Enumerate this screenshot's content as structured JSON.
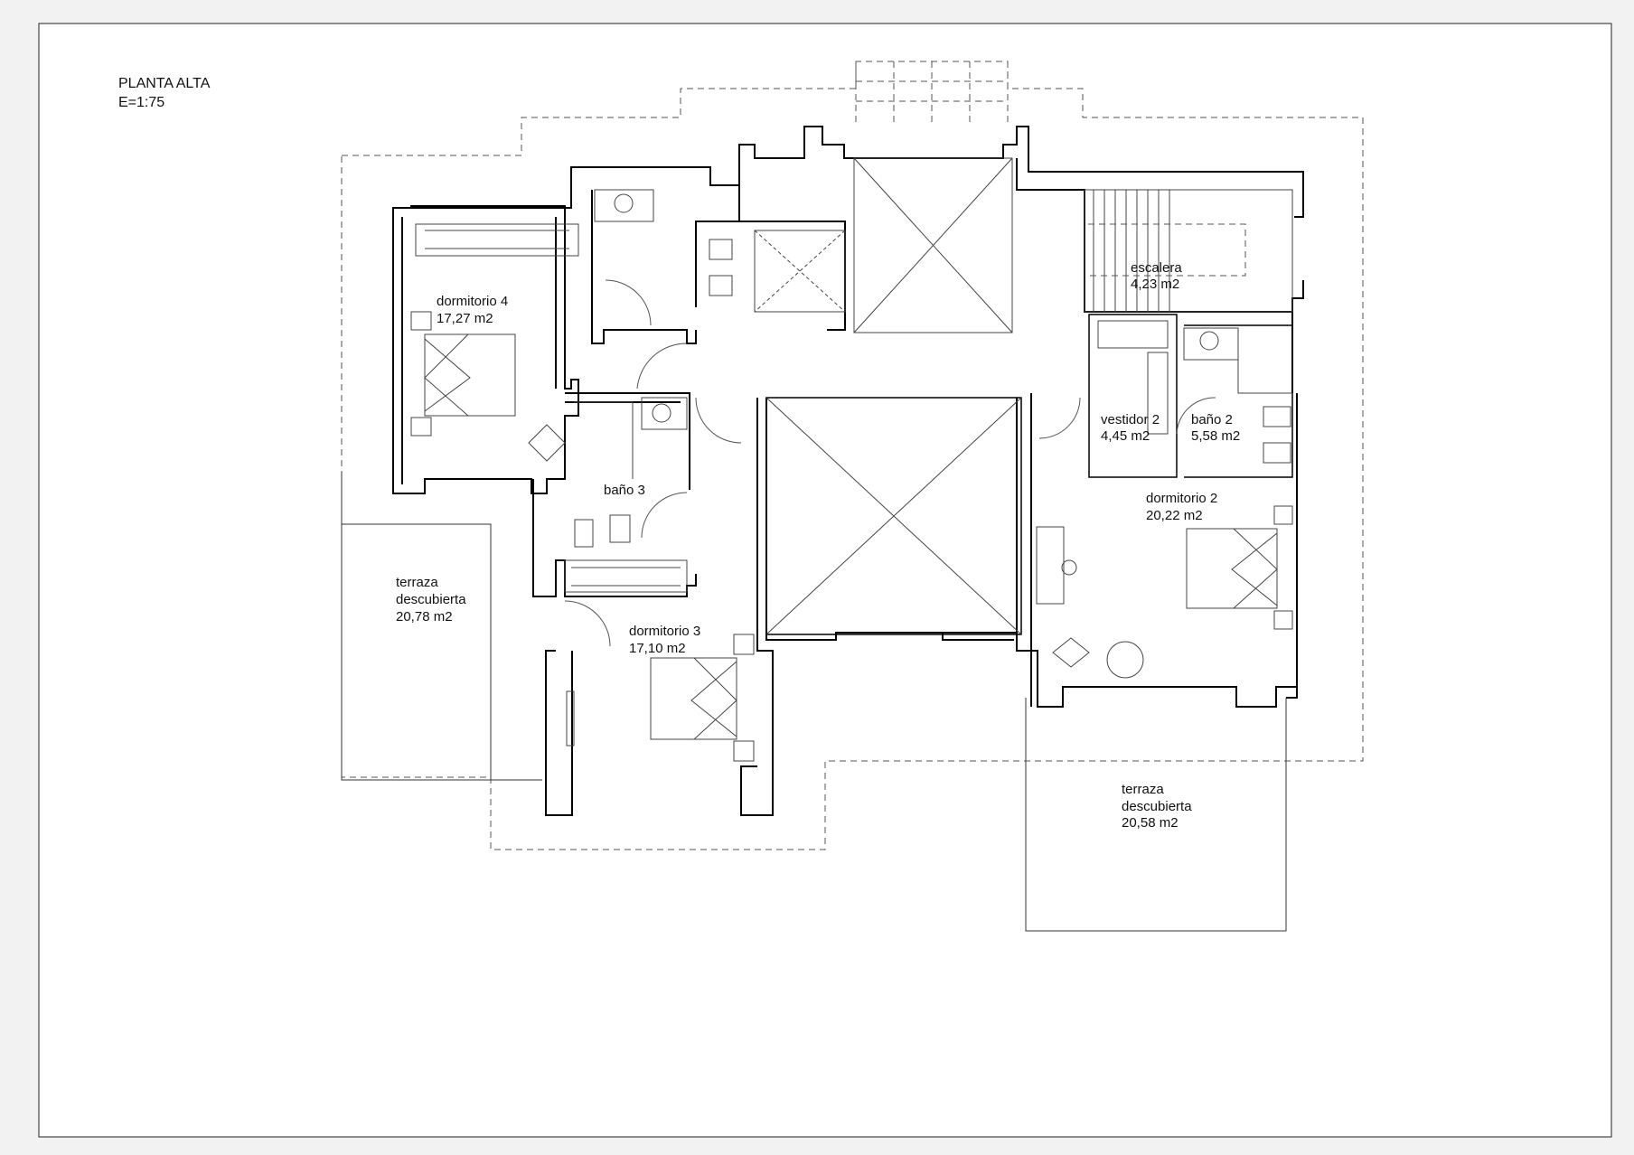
{
  "sheet": {
    "title": "PLANTA ALTA",
    "scale": "E=1:75"
  },
  "rooms": [
    {
      "id": "dormitorio-4",
      "name": "dormitorio 4",
      "area": "17,27 m2"
    },
    {
      "id": "bano-3",
      "name": "baño 3",
      "area": ""
    },
    {
      "id": "dormitorio-3",
      "name": "dormitorio 3",
      "area": "17,10 m2"
    },
    {
      "id": "terraza-oeste",
      "name": "terraza",
      "name2": "descubierta",
      "area": "20,78 m2"
    },
    {
      "id": "escalera",
      "name": "escalera",
      "area": "4,23 m2"
    },
    {
      "id": "vestidor-2",
      "name": "vestidor 2",
      "area": "4,45 m2"
    },
    {
      "id": "bano-2",
      "name": "baño 2",
      "area": "5,58 m2"
    },
    {
      "id": "dormitorio-2",
      "name": "dormitorio 2",
      "area": "20,22 m2"
    },
    {
      "id": "terraza-sur",
      "name": "terraza",
      "name2": "descubierta",
      "area": "20,58 m2"
    }
  ]
}
